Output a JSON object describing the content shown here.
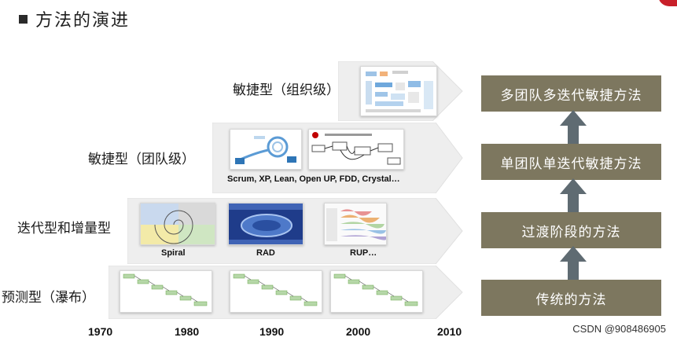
{
  "title": "方法的演进",
  "stages": [
    {
      "label": "敏捷型（组织级）"
    },
    {
      "label": "敏捷型（团队级）",
      "caption": "Scrum, XP, Lean, Open UP, FDD, Crystal…"
    },
    {
      "label": "迭代型和增量型",
      "captions": [
        "Spiral",
        "RAD",
        "RUP…"
      ]
    },
    {
      "label": "预测型（瀑布）"
    }
  ],
  "years": [
    "1970",
    "1980",
    "1990",
    "2000",
    "2010"
  ],
  "methods": [
    "多团队多迭代敏捷方法",
    "单团队单迭代敏捷方法",
    "过渡阶段的方法",
    "传统的方法"
  ],
  "watermark": "CSDN @908486905",
  "colors": {
    "method_box": "#7d775f",
    "arrow": "#5f6b72",
    "band": "#eeeeee"
  }
}
